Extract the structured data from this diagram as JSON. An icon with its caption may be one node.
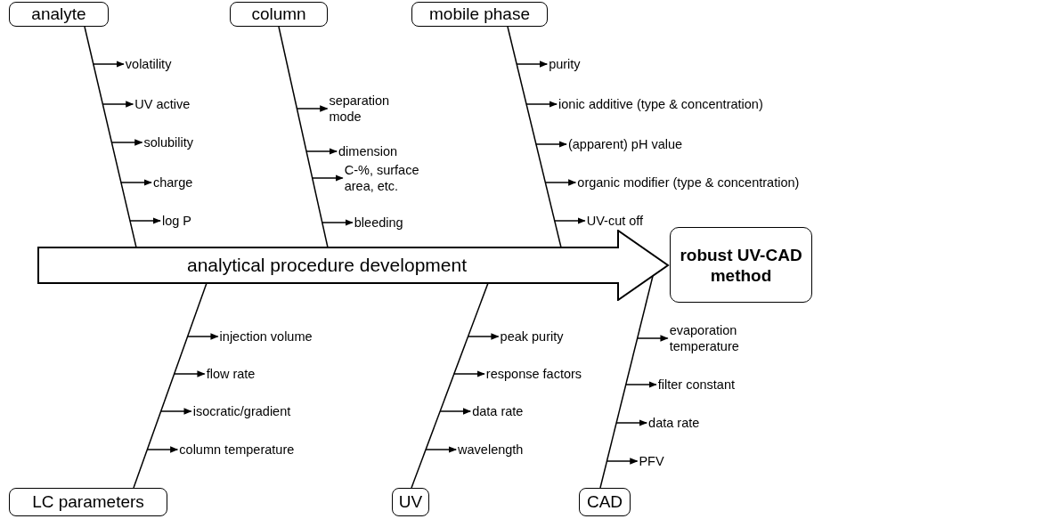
{
  "diagram": {
    "nodes": [
      {
        "text": [
          "analyte"
        ]
      },
      {
        "text": [
          "column"
        ]
      },
      {
        "text": [
          "mobile phase"
        ]
      },
      {
        "text": [
          "volatility"
        ]
      },
      {
        "text": [
          "UV active"
        ]
      },
      {
        "text": [
          "solubility"
        ]
      },
      {
        "text": [
          "charge"
        ]
      },
      {
        "text": [
          "log P"
        ]
      },
      {
        "text": [
          "separation mode"
        ]
      },
      {
        "text": [
          "dimension"
        ]
      },
      {
        "text": [
          "C-%, surface area, etc."
        ]
      },
      {
        "text": [
          "bleeding"
        ]
      },
      {
        "text": [
          "purity"
        ]
      },
      {
        "text": [
          "ionic additive (type & concentration)"
        ]
      },
      {
        "text": [
          "(apparent) pH value"
        ]
      },
      {
        "text": [
          "organic modifier (type & concentration)"
        ]
      },
      {
        "text": [
          "UV-cut off"
        ]
      },
      {
        "text": [
          "analytical procedure development"
        ]
      },
      {
        "text": [
          "robust UV-CAD method"
        ]
      },
      {
        "text": [
          "injection volume"
        ]
      },
      {
        "text": [
          "flow rate"
        ]
      },
      {
        "text": [
          "isocratic/gradient"
        ]
      },
      {
        "text": [
          "column temperature"
        ]
      },
      {
        "text": [
          "peak purity"
        ]
      },
      {
        "text": [
          "response factors"
        ]
      },
      {
        "text": [
          "data rate"
        ]
      },
      {
        "text": [
          "wavelength"
        ]
      },
      {
        "text": [
          "evaporation temperature"
        ]
      },
      {
        "text": [
          "filter constant"
        ]
      },
      {
        "text": [
          "data rate"
        ]
      },
      {
        "text": [
          "PFV"
        ]
      },
      {
        "text": [
          "LC parameters"
        ]
      },
      {
        "text": [
          "UV"
        ]
      },
      {
        "text": [
          "CAD"
        ]
      }
    ],
    "edges": [
      {
        "from": 0,
        "to": 17,
        "arrow": "none"
      },
      {
        "from": 1,
        "to": 17,
        "arrow": "none"
      },
      {
        "from": 2,
        "to": 17,
        "arrow": "none"
      },
      {
        "from": 31,
        "to": 17,
        "arrow": "none"
      },
      {
        "from": 32,
        "to": 17,
        "arrow": "none"
      },
      {
        "from": 33,
        "to": 17,
        "arrow": "none"
      },
      {
        "from": null,
        "to": 3,
        "arrow": "to"
      },
      {
        "from": null,
        "to": 4,
        "arrow": "to"
      },
      {
        "from": null,
        "to": 5,
        "arrow": "to"
      },
      {
        "from": null,
        "to": 6,
        "arrow": "to"
      },
      {
        "from": null,
        "to": 7,
        "arrow": "to"
      },
      {
        "from": null,
        "to": 8,
        "arrow": "to"
      },
      {
        "from": null,
        "to": 9,
        "arrow": "to"
      },
      {
        "from": null,
        "to": 10,
        "arrow": "to"
      },
      {
        "from": null,
        "to": 11,
        "arrow": "to"
      },
      {
        "from": null,
        "to": 12,
        "arrow": "to"
      },
      {
        "from": null,
        "to": 13,
        "arrow": "to"
      },
      {
        "from": null,
        "to": 14,
        "arrow": "to"
      },
      {
        "from": null,
        "to": 15,
        "arrow": "to"
      },
      {
        "from": null,
        "to": 16,
        "arrow": "to"
      },
      {
        "from": null,
        "to": 19,
        "arrow": "to"
      },
      {
        "from": null,
        "to": 20,
        "arrow": "to"
      },
      {
        "from": null,
        "to": 21,
        "arrow": "to"
      },
      {
        "from": null,
        "to": 22,
        "arrow": "to"
      },
      {
        "from": null,
        "to": 23,
        "arrow": "to"
      },
      {
        "from": null,
        "to": 24,
        "arrow": "to"
      },
      {
        "from": null,
        "to": 25,
        "arrow": "to"
      },
      {
        "from": null,
        "to": 26,
        "arrow": "to"
      },
      {
        "from": null,
        "to": 27,
        "arrow": "to"
      },
      {
        "from": null,
        "to": 28,
        "arrow": "to"
      },
      {
        "from": null,
        "to": 29,
        "arrow": "to"
      },
      {
        "from": null,
        "to": 30,
        "arrow": "to"
      }
    ]
  }
}
